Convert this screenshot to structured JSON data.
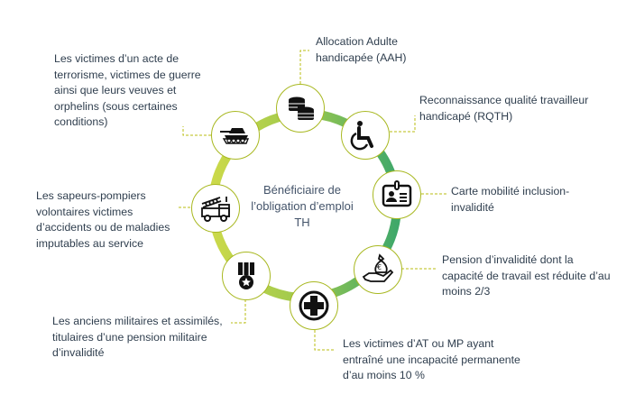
{
  "center_title": [
    "Bénéficiaire de",
    "l’obligation d’emploi",
    "TH"
  ],
  "categories": [
    {
      "id": "aah",
      "icon": "coins-icon",
      "lines": [
        "Allocation Adulte",
        "handicapée (AAH)"
      ]
    },
    {
      "id": "rqth",
      "icon": "wheelchair-icon",
      "lines": [
        "Reconnaissance qualité travailleur",
        "handicapé (RQTH)"
      ]
    },
    {
      "id": "carte",
      "icon": "id-badge-icon",
      "lines": [
        "Carte mobilité inclusion-",
        "invalidité"
      ]
    },
    {
      "id": "pension",
      "icon": "money-bag-hand-icon",
      "lines": [
        "Pension d’invalidité dont la",
        "capacité de travail est réduite d’au",
        "moins 2/3"
      ]
    },
    {
      "id": "at-mp",
      "icon": "medical-cross-icon",
      "lines": [
        "Les victimes d’AT ou MP ayant",
        "entraîné une incapacité permanente",
        "d’au moins 10 %"
      ]
    },
    {
      "id": "militaires",
      "icon": "medal-icon",
      "lines": [
        "Les anciens militaires et assimilés,",
        "titulaires d’une pension militaire",
        "d’invalidité"
      ]
    },
    {
      "id": "pompiers",
      "icon": "fire-truck-icon",
      "lines": [
        "Les sapeurs-pompiers",
        "volontaires victimes",
        "d’accidents ou de maladies",
        "imputables au service"
      ]
    },
    {
      "id": "terrorisme",
      "icon": "tank-icon",
      "lines": [
        "Les victimes d’un acte de",
        "terrorisme, victimes de guerre",
        "ainsi que leurs veuves et",
        "orphelins (sous certaines",
        "conditions)"
      ]
    }
  ],
  "colors": {
    "ring_start": "#cbd94a",
    "ring_end": "#3fa86a",
    "leader": "#b8bc10",
    "text": "#2f3e4e"
  }
}
